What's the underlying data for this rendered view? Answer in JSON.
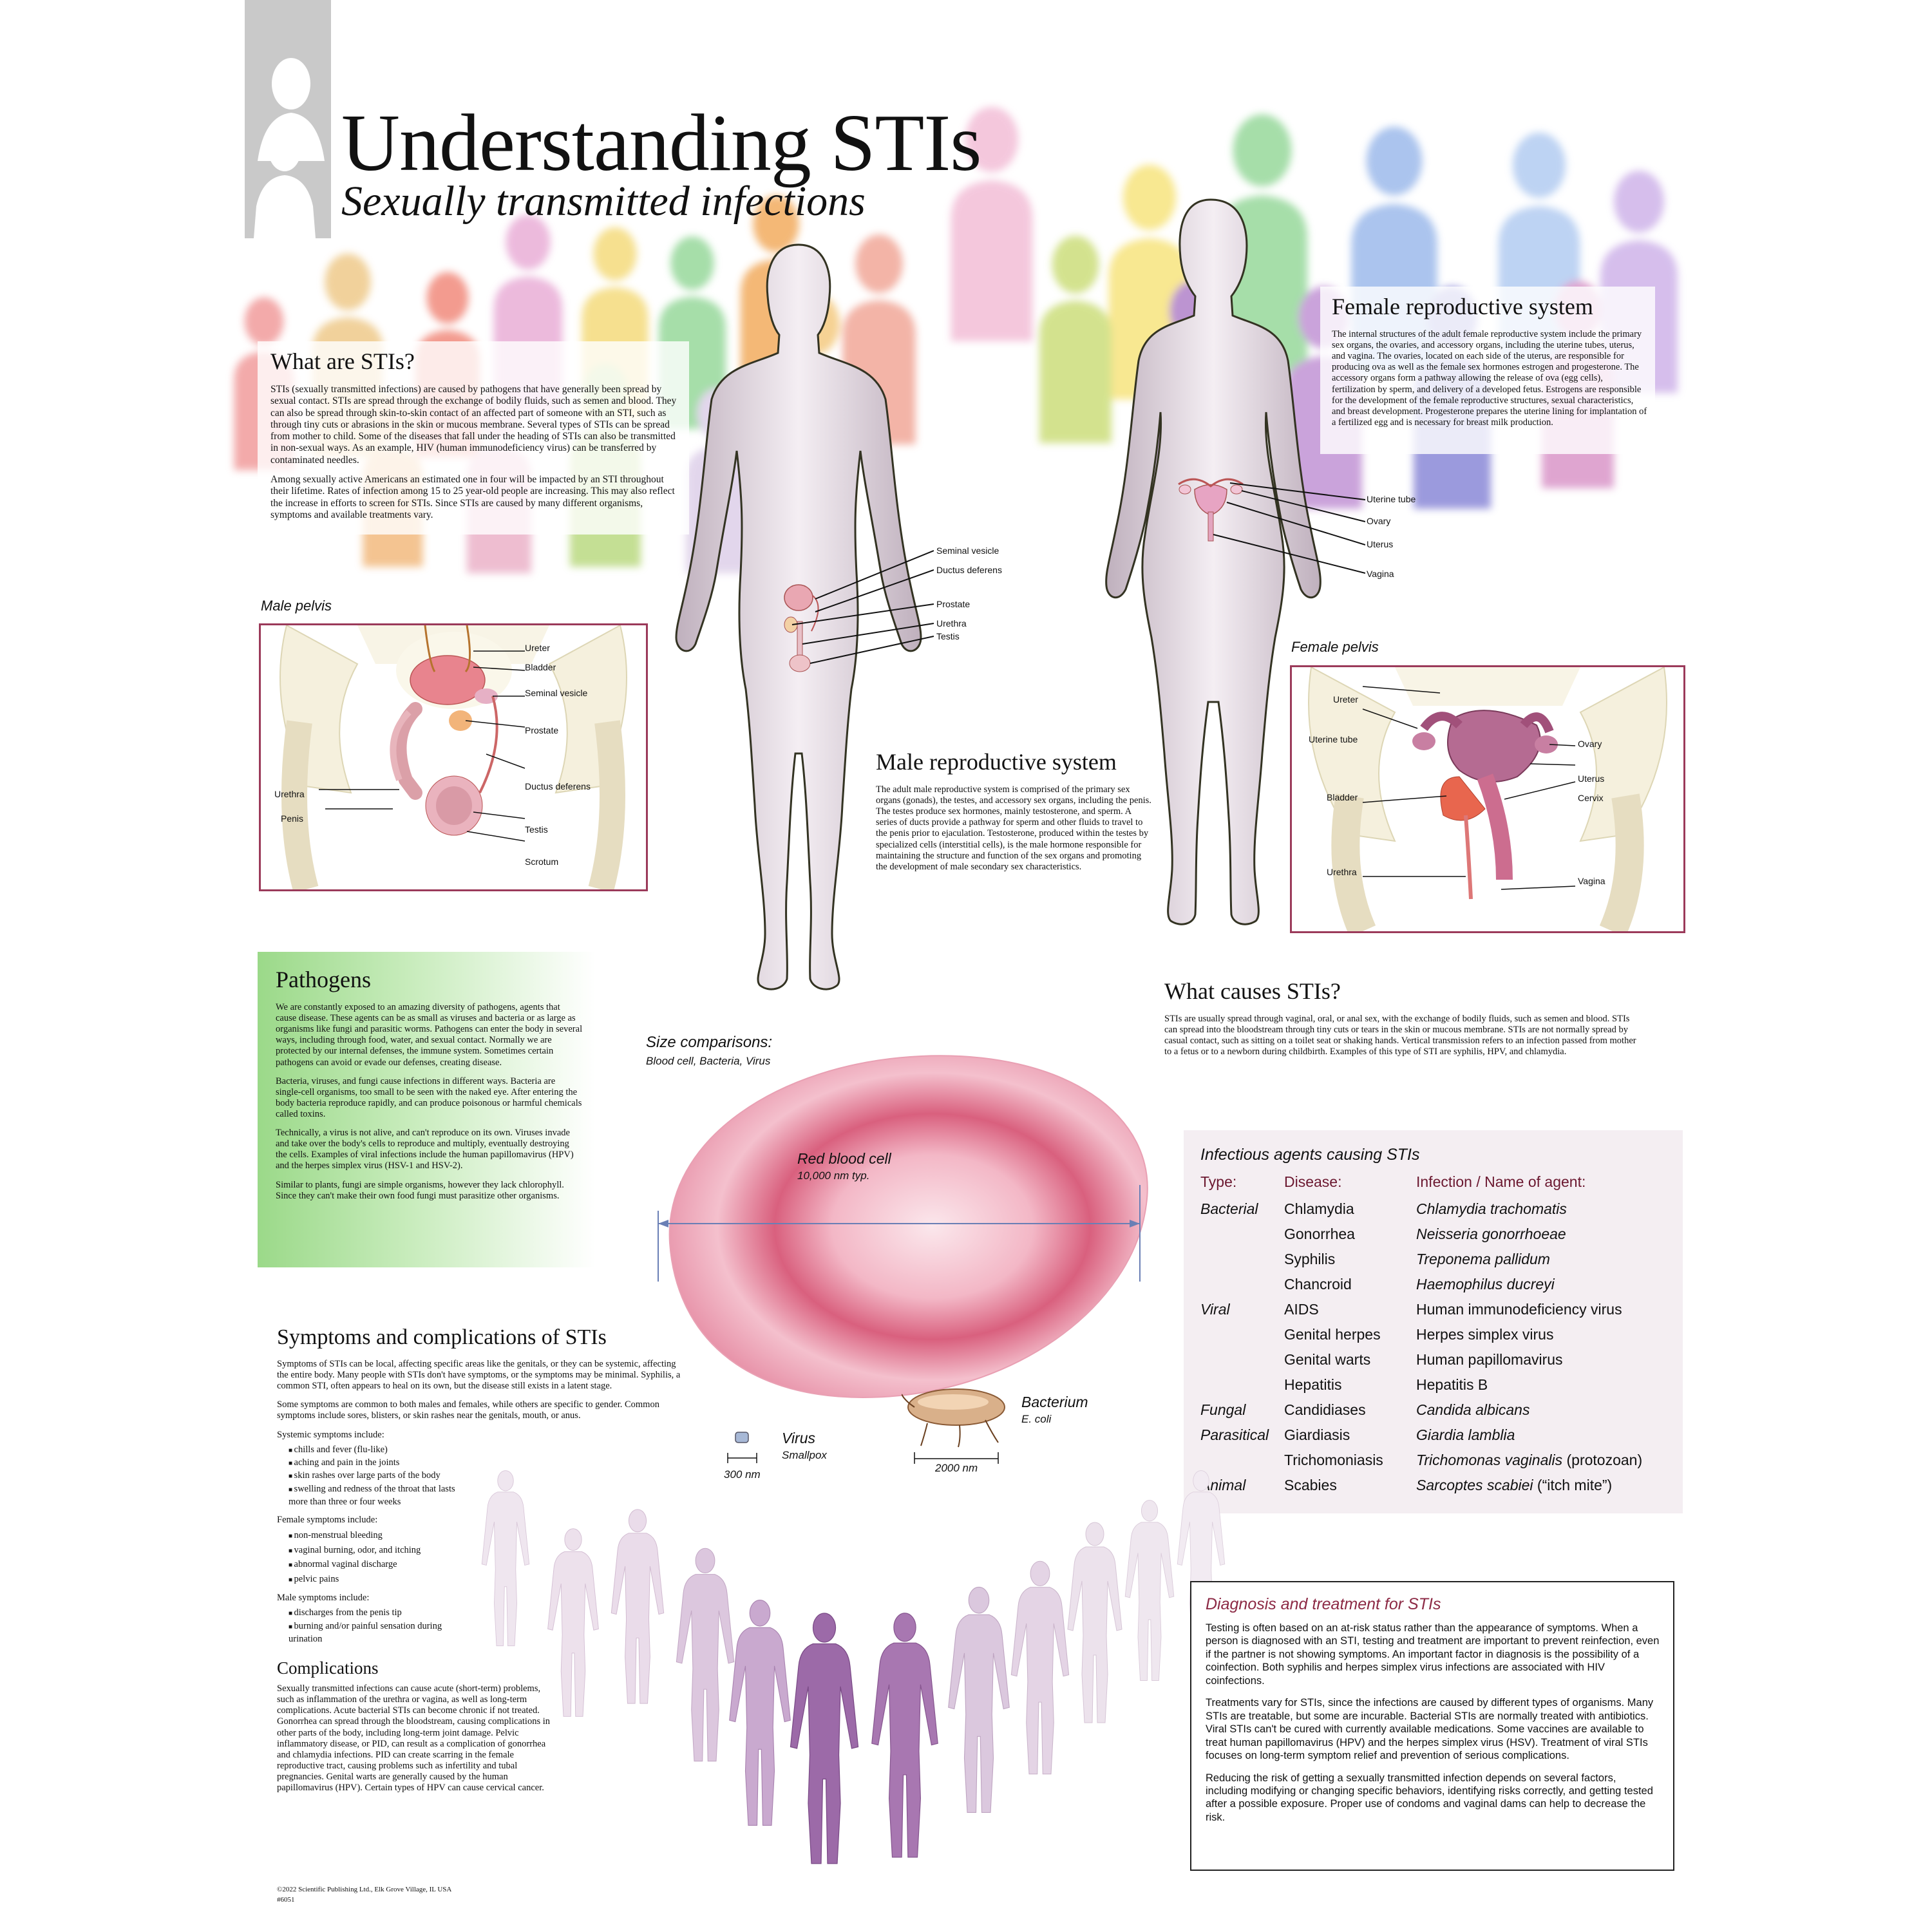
{
  "header": {
    "title": "Understanding STIs",
    "subtitle": "Sexually transmitted infections"
  },
  "colors": {
    "accent_maroon": "#8c2a45",
    "pathogens_green": "#9bd989",
    "pelvis_border": "#9b3a5a",
    "body_silhouette": "#d9ccd6",
    "rbc_pink": "#e88fa6",
    "table_bg": "#f4eef2",
    "figures_purple": "#a076b0"
  },
  "what_are_stis": {
    "heading": "What are STIs?",
    "p1": "STIs (sexually transmitted infections) are caused by pathogens that have generally been spread by sexual contact. STIs are spread through the exchange of bodily fluids, such as semen and blood. They can also be spread through skin-to-skin contact of an affected part of someone with an STI, such as through tiny cuts or abrasions in the skin or mucous membrane. Several types of STIs can be spread from mother to child. Some of the diseases that fall under the heading of STIs can also be transmitted in non-sexual ways. As an example, HIV (human immunodeficiency virus) can be transferred by contaminated needles.",
    "p2": "Among sexually active Americans an estimated one in four will be impacted by an STI throughout their lifetime. Rates of infection among 15 to 25 year-old people are increasing. This may also reflect the increase in efforts to screen for STIs. Since STIs are caused by many different organisms, symptoms and available treatments vary."
  },
  "female_repro": {
    "heading": "Female reproductive system",
    "body": "The internal structures of the adult female reproductive system include the primary sex organs, the ovaries, and accessory organs, including the uterine tubes, uterus, and vagina. The ovaries, located on each side of the uterus, are responsible for producing ova as well as the female sex hormones estrogen and progesterone. The accessory organs form a pathway allowing the release of ova (egg cells), fertilization by sperm, and delivery of a developed fetus. Estrogens are responsible for the development of the female reproductive structures, sexual characteristics, and breast development. Progesterone prepares the uterine lining for implantation of a fertilized egg and is necessary for breast milk production.",
    "labels": [
      "Uterine tube",
      "Ovary",
      "Uterus",
      "Vagina"
    ]
  },
  "male_body_labels": [
    "Seminal vesicle",
    "Ductus deferens",
    "Prostate",
    "Urethra",
    "Testis"
  ],
  "male_pelvis": {
    "caption": "Male pelvis",
    "labels": [
      "Ureter",
      "Bladder",
      "Seminal vesicle",
      "Prostate",
      "Ductus deferens",
      "Urethra",
      "Penis",
      "Testis",
      "Scrotum"
    ]
  },
  "female_pelvis": {
    "caption": "Female pelvis",
    "labels": [
      "Ureter",
      "Uterine tube",
      "Ovary",
      "Uterus",
      "Bladder",
      "Cervix",
      "Urethra",
      "Vagina"
    ]
  },
  "male_repro": {
    "heading": "Male reproductive system",
    "body": "The adult male reproductive system is comprised of the primary sex organs (gonads), the testes, and accessory sex organs, including the penis. The testes produce sex hormones, mainly testosterone, and sperm. A series of ducts provide a pathway for sperm and other fluids to travel to the penis prior to ejaculation. Testosterone, produced within the testes by specialized cells (interstitial cells), is the male hormone responsible for maintaining the structure and function of the sex organs and promoting the development of male secondary sex characteristics."
  },
  "pathogens": {
    "heading": "Pathogens",
    "p1": "We are constantly exposed to an amazing diversity of pathogens, agents that cause disease. These agents can be as small as viruses and bacteria or as large as organisms like fungi and parasitic worms. Pathogens can enter the body in several ways, including through food, water, and sexual contact. Normally we are protected by our internal defenses, the immune system. Sometimes certain pathogens can avoid or evade our defenses, creating disease.",
    "p2": "Bacteria, viruses, and fungi cause infections in different ways. Bacteria are single-cell organisms, too small to be seen with the naked eye. After entering the body bacteria reproduce rapidly, and can produce poisonous or harmful chemicals called toxins.",
    "p3": "Technically, a virus is not alive, and can't reproduce on its own. Viruses invade and take over the body's cells to reproduce and multiply, eventually destroying the cells. Examples of viral infections include the human papillomavirus (HPV) and the herpes simplex virus (HSV-1 and HSV-2).",
    "p4": "Similar to plants, fungi are simple organisms, however they lack chlorophyll. Since they can't make their own food fungi must parasitize other organisms."
  },
  "what_causes": {
    "heading": "What causes STIs?",
    "body": "STIs are usually spread through vaginal, oral, or anal sex, with the exchange of bodily fluids, such as semen and blood. STIs can spread into the bloodstream through tiny cuts or tears in the skin or mucous membrane. STIs are not normally spread by casual contact, such as sitting on a toilet seat or shaking hands. Vertical transmission refers to an infection passed from mother to a fetus or to a newborn during childbirth. Examples of this type of STI are syphilis, HPV, and chlamydia."
  },
  "size_comparisons": {
    "heading": "Size comparisons:",
    "sub": "Blood cell, Bacteria, Virus",
    "rbc_label": "Red blood cell",
    "rbc_size": "10,000 nm typ.",
    "bacterium_label": "Bacterium",
    "bacterium_sub": "E. coli",
    "bacterium_size": "2000 nm",
    "virus_label": "Virus",
    "virus_sub": "Smallpox",
    "virus_size": "300 nm"
  },
  "agents_table": {
    "title": "Infectious agents causing STIs",
    "headers": [
      "Type:",
      "Disease:",
      "Infection / Name of agent:"
    ],
    "rows": [
      {
        "type": "Bacterial",
        "disease": "Chlamydia",
        "agent": "Chlamydia trachomatis",
        "italic": true
      },
      {
        "type": "",
        "disease": "Gonorrhea",
        "agent": "Neisseria gonorrhoeae",
        "italic": true
      },
      {
        "type": "",
        "disease": "Syphilis",
        "agent": "Treponema pallidum",
        "italic": true
      },
      {
        "type": "",
        "disease": "Chancroid",
        "agent": "Haemophilus ducreyi",
        "italic": true
      },
      {
        "type": "Viral",
        "disease": "AIDS",
        "agent": "Human immunodeficiency virus",
        "italic": false
      },
      {
        "type": "",
        "disease": "Genital herpes",
        "agent": "Herpes simplex virus",
        "italic": false
      },
      {
        "type": "",
        "disease": "Genital warts",
        "agent": "Human papillomavirus",
        "italic": false
      },
      {
        "type": "",
        "disease": "Hepatitis",
        "agent": "Hepatitis B",
        "italic": false
      },
      {
        "type": "Fungal",
        "disease": "Candidiases",
        "agent": "Candida albicans",
        "italic": true
      },
      {
        "type": "Parasitical",
        "disease": "Giardiasis",
        "agent": "Giardia lamblia",
        "italic": true
      },
      {
        "type": "",
        "disease": "Trichomoniasis",
        "agent": "Trichomonas vaginalis",
        "agent_suffix": " (protozoan)",
        "italic": true
      },
      {
        "type": "Animal",
        "disease": "Scabies",
        "agent": "Sarcoptes scabiei",
        "agent_suffix": " (“itch mite”)",
        "italic": true
      }
    ]
  },
  "symptoms": {
    "heading": "Symptoms and complications of STIs",
    "p1": "Symptoms of STIs can be local, affecting specific areas like the genitals, or they can be systemic, affecting the entire body. Many people with STIs don't have symptoms, or the symptoms may be minimal. Syphilis, a common STI, often appears to heal on its own, but the disease still exists in a latent stage.",
    "p2": "Some symptoms are common to both males and females, while others are specific to gender. Common symptoms include sores, blisters, or skin rashes near the genitals, mouth, or anus.",
    "systemic_label": "Systemic symptoms include:",
    "systemic": [
      "chills and fever (flu-like)",
      "aching and pain in the joints",
      "skin rashes over large parts of the body",
      "swelling and redness of the throat that lasts more than three or four weeks"
    ],
    "female_label": "Female symptoms include:",
    "female": [
      "non-menstrual bleeding",
      "vaginal burning, odor, and itching",
      "abnormal vaginal discharge",
      "pelvic pains"
    ],
    "male_label": "Male symptoms include:",
    "male": [
      "discharges from the penis tip",
      "burning and/or painful sensation during urination"
    ],
    "complications_heading": "Complications",
    "complications_body": "Sexually transmitted infections can cause acute (short-term) problems, such as inflammation of the urethra or vagina, as well as long-term complications. Acute bacterial STIs can become chronic if not treated. Gonorrhea can spread through the bloodstream, causing complications in other parts of the body, including long-term joint damage. Pelvic inflammatory disease, or PID, can result as a complication of gonorrhea and chlamydia infections. PID can create scarring in the female reproductive tract, causing problems such as infertility and tubal pregnancies. Genital warts are generally caused by the human papillomavirus (HPV). Certain types of HPV can cause cervical cancer."
  },
  "diagnosis": {
    "heading": "Diagnosis and treatment for STIs",
    "p1": "Testing is often based on an at-risk status rather than the appearance of symptoms. When a person is diagnosed with an STI, testing and treatment are important to prevent reinfection, even if the partner is not showing symptoms. An important factor in diagnosis is the possibility of a coinfection. Both syphilis and herpes simplex virus infections are associated with HIV coinfections.",
    "p2": "Treatments vary for STIs, since the infections are caused by different types of organisms. Many STIs are treatable, but some are incurable. Bacterial STIs are normally treated with antibiotics. Viral STIs can't be cured with currently available medications. Some vaccines are available to treat human papillomavirus (HPV) and the herpes simplex virus (HSV). Treatment of viral STIs focuses on long-term symptom relief and prevention of serious complications.",
    "p3": "Reducing the risk of getting a sexually transmitted infection depends on several factors, including modifying or changing specific behaviors, identifying risks correctly, and getting tested after a possible exposure. Proper use of condoms and vaginal dams can help to decrease the risk."
  },
  "footer": {
    "copyright": "©2022 Scientific Publishing Ltd., Elk Grove Village, IL USA",
    "code": "#6051"
  }
}
